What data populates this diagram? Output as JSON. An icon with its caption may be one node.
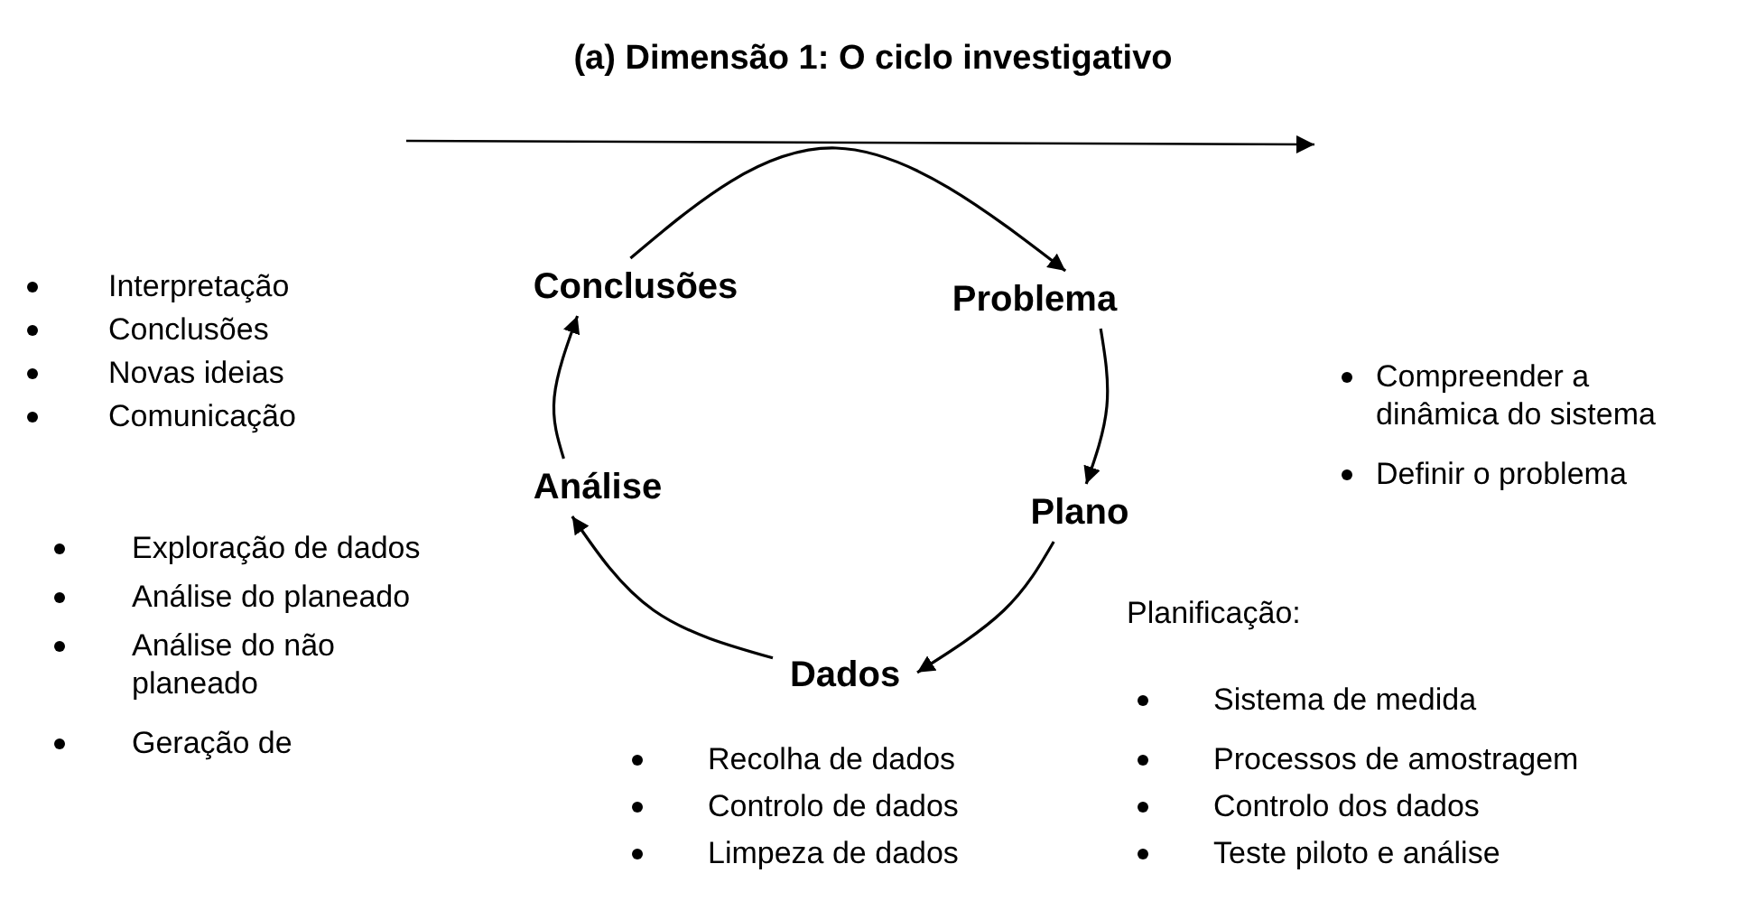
{
  "diagram": {
    "title": "(a)  Dimensão 1: O ciclo investigativo",
    "nodes": [
      {
        "text": [
          "Conclusões"
        ]
      },
      {
        "text": [
          "Problema"
        ]
      },
      {
        "text": [
          "Plano"
        ]
      },
      {
        "text": [
          "Análise"
        ]
      },
      {
        "text": [
          "Dados"
        ]
      }
    ],
    "edges": [
      {
        "from": 0,
        "to": 1,
        "arrow": "to"
      },
      {
        "from": 1,
        "to": 2,
        "arrow": "to"
      },
      {
        "from": 2,
        "to": 4,
        "arrow": "to"
      },
      {
        "from": 4,
        "to": 3,
        "arrow": "to"
      },
      {
        "from": 3,
        "to": 0,
        "arrow": "to"
      }
    ],
    "labels": [
      "Interpretação",
      "Conclusões",
      "Novas ideias",
      "Comunicação",
      "Compreender a dinâmica do sistema",
      "Definir o problema",
      "Exploração de dados",
      "Análise do planeado",
      "Análise do não planeado",
      "Geração de",
      "Planificação:",
      "Recolha de dados",
      "Controlo de dados",
      "Limpeza de dados",
      "Sistema de medida",
      "Processos de amostragem",
      "Controlo dos dados",
      "Teste piloto e análise"
    ]
  }
}
